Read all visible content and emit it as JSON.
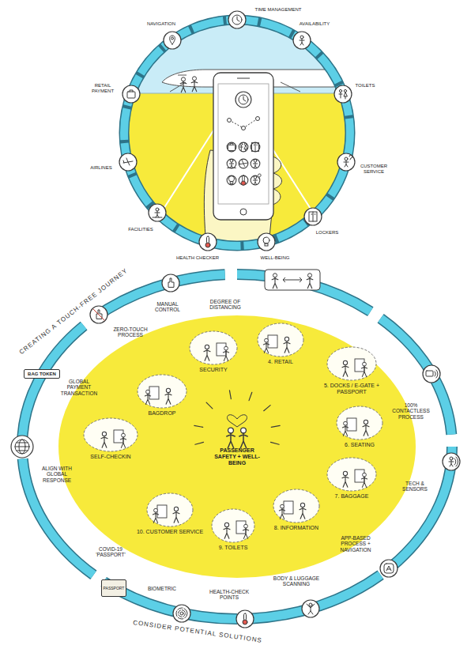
{
  "diagram": {
    "nodes": [
      {
        "text": [
          "SELF-CHECKIN"
        ]
      },
      {
        "text": [
          "BAGDROP"
        ]
      },
      {
        "text": [
          "SECURITY"
        ]
      },
      {
        "text": [
          "4. RETAIL"
        ]
      },
      {
        "text": [
          "5. DOCKS / E-GATE + PASSPORT"
        ]
      },
      {
        "text": [
          "6. SEATING"
        ]
      },
      {
        "text": [
          "7. BAGGAGE"
        ]
      },
      {
        "text": [
          "8. INFORMATION"
        ]
      },
      {
        "text": [
          "9. TOILETS"
        ]
      },
      {
        "text": [
          "10. CUSTOMER SERVICE"
        ]
      },
      {
        "text": [
          "BAG TOKEN"
        ]
      },
      {
        "text": [
          "PASSPORT"
        ]
      }
    ],
    "labels": [
      "TIME MANAGEMENT",
      "NAVIGATION",
      "AVAILABILITY",
      "TOILETS",
      "CUSTOMER SERVICE",
      "LOCKERS",
      "WELL-BEING",
      "HEALTH CHECKER",
      "FACILITIES",
      "AIRLINES",
      "RETAIL PAYMENT",
      "CREATING A TOUCH-FREE JOURNEY",
      "DEGREE OF DISTANCING",
      "MANUAL CONTROL",
      "ZERO-TOUCH PROCESS",
      "GLOBAL PAYMENT TRANSACTION",
      "ALIGN WITH GLOBAL RESPONSE",
      "COVID-19 'PASSPORT'",
      "BIOMETRIC",
      "HEALTH-CHECK POINTS",
      "BODY & LUGGAGE SCANNING",
      "APP-BASED PROCESS + NAVIGATION",
      "TECH & SENSORS",
      "100% CONTACTLESS PROCESS",
      "PASSENGER SAFETY + WELL-BEING",
      "CONSIDER POTENTIAL SOLUTIONS"
    ]
  }
}
